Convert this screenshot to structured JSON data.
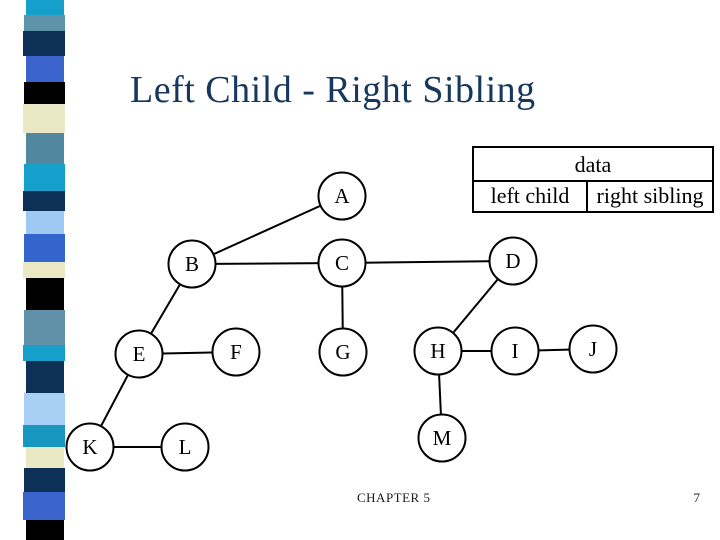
{
  "slide": {
    "title": "Left Child - Right Sibling",
    "footer": {
      "chapter": "CHAPTER 5",
      "page_number": "7"
    }
  },
  "node_table": {
    "header": "data",
    "cells": [
      "left child",
      "right sibling"
    ]
  },
  "tree": {
    "nodes": {
      "A": "A",
      "B": "B",
      "C": "C",
      "D": "D",
      "E": "E",
      "F": "F",
      "G": "G",
      "H": "H",
      "I": "I",
      "J": "J",
      "K": "K",
      "L": "L",
      "M": "M"
    },
    "edges": [
      [
        "A",
        "B"
      ],
      [
        "B",
        "C"
      ],
      [
        "C",
        "D"
      ],
      [
        "B",
        "E"
      ],
      [
        "E",
        "F"
      ],
      [
        "C",
        "G"
      ],
      [
        "D",
        "H"
      ],
      [
        "H",
        "I"
      ],
      [
        "I",
        "J"
      ],
      [
        "E",
        "K"
      ],
      [
        "K",
        "L"
      ],
      [
        "H",
        "M"
      ]
    ]
  },
  "colors": {
    "title": "#17375e",
    "diagram_stroke": "#000000",
    "node_fill": "#ffffff"
  },
  "decorative_strip": {
    "blocks": [
      {
        "color": "#14a0cb",
        "height": 15
      },
      {
        "color": "#5f93aa",
        "height": 16
      },
      {
        "color": "#0d3056",
        "height": 25
      },
      {
        "color": "#3b63cc",
        "height": 26
      },
      {
        "color": "#000000",
        "height": 22
      },
      {
        "color": "#e9e7c4",
        "height": 29
      },
      {
        "color": "#51889f",
        "height": 31
      },
      {
        "color": "#14a0cb",
        "height": 27
      },
      {
        "color": "#0d3056",
        "height": 20
      },
      {
        "color": "#9ec9f2",
        "height": 23
      },
      {
        "color": "#3465cc",
        "height": 28
      },
      {
        "color": "#e9e7c4",
        "height": 16
      },
      {
        "color": "#000000",
        "height": 32
      },
      {
        "color": "#6090a8",
        "height": 35
      },
      {
        "color": "#14a0cb",
        "height": 16
      },
      {
        "color": "#0d3056",
        "height": 32
      },
      {
        "color": "#a8d0f4",
        "height": 32
      },
      {
        "color": "#1898c0",
        "height": 22
      },
      {
        "color": "#e9e7c4",
        "height": 21
      },
      {
        "color": "#0d3056",
        "height": 24
      },
      {
        "color": "#3b63cc",
        "height": 28
      },
      {
        "color": "#000000",
        "height": 20
      }
    ]
  }
}
